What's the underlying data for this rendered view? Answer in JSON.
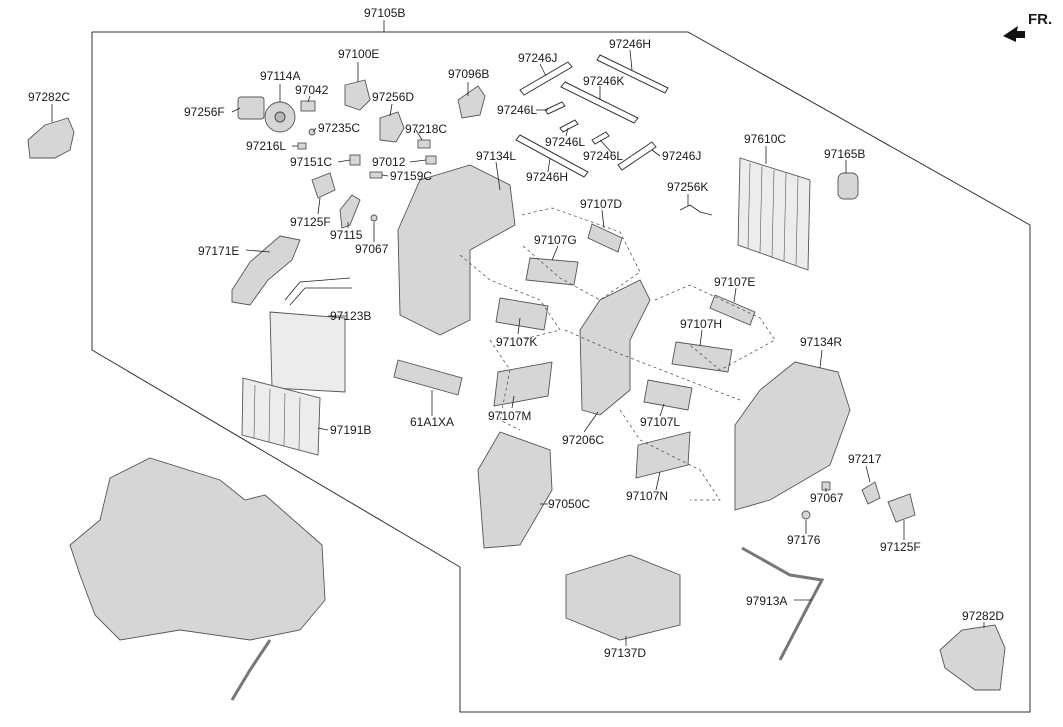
{
  "diagram": {
    "direction_label": "FR.",
    "labels": {
      "l97105B": "97105B",
      "l97282C": "97282C",
      "l97100E": "97100E",
      "l97114A": "97114A",
      "l97042": "97042",
      "l97256F": "97256F",
      "l97096B": "97096B",
      "l97256D": "97256D",
      "l97235C": "97235C",
      "l97218C": "97218C",
      "l97216L": "97216L",
      "l97151C": "97151C",
      "l97012": "97012",
      "l97159C": "97159C",
      "l97125F_top": "97125F",
      "l97115": "97115",
      "l97067_top": "97067",
      "l97171E": "97171E",
      "l97123B": "97123B",
      "l97191B": "97191B",
      "l97134L": "97134L",
      "l97246J_top": "97246J",
      "l97246H_top": "97246H",
      "l97246K": "97246K",
      "l97246L_a": "97246L",
      "l97246L_b": "97246L",
      "l97246L_c": "97246L",
      "l97246J_bot": "97246J",
      "l97246H_bot": "97246H",
      "l97610C": "97610C",
      "l97165B": "97165B",
      "l97256K": "97256K",
      "l97107D": "97107D",
      "l97107G": "97107G",
      "l97107E": "97107E",
      "l97107H": "97107H",
      "l97107K": "97107K",
      "l97134R": "97134R",
      "l61A1XA": "61A1XA",
      "l97107M": "97107M",
      "l97206C": "97206C",
      "l97107L": "97107L",
      "l97217": "97217",
      "l97067_bot": "97067",
      "l97107N": "97107N",
      "l97050C": "97050C",
      "l97176": "97176",
      "l97125F_bot": "97125F",
      "l97913A": "97913A",
      "l97282D": "97282D",
      "l97137D": "97137D"
    }
  }
}
